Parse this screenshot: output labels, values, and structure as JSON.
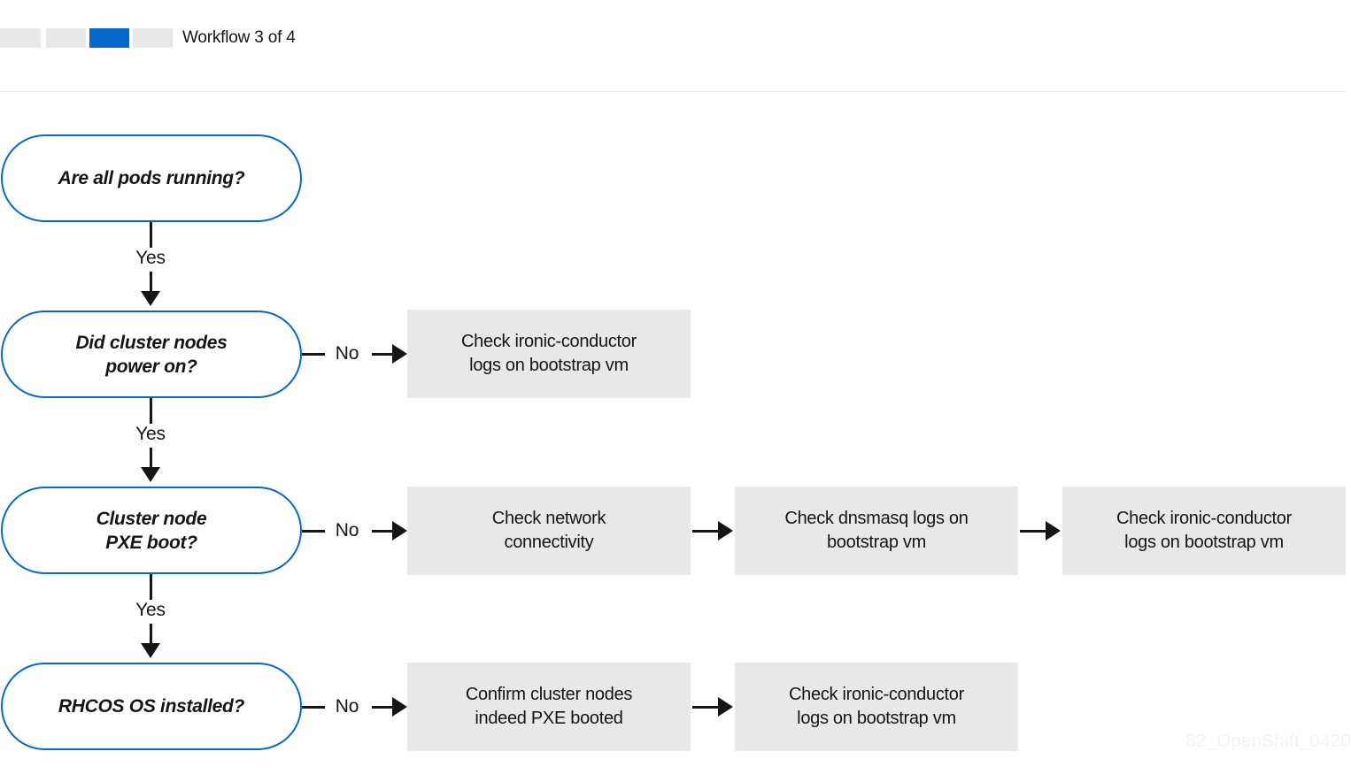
{
  "header": {
    "workflow_label": "Workflow 3 of 4",
    "progress": {
      "total_steps": 4,
      "current_step": 3,
      "active_color": "#0668cb",
      "inactive_color": "#e8e8e8"
    }
  },
  "diagram": {
    "type": "flowchart",
    "node_border_color": "#0668cb",
    "process_fill_color": "#e8e8e8",
    "connector_color": "#151515",
    "decisions": [
      {
        "id": "pods-running",
        "label": "Are all pods running?"
      },
      {
        "id": "nodes-power-on",
        "label": "Did cluster nodes\npower on?",
        "line1": "Did cluster nodes",
        "line2": "power on?"
      },
      {
        "id": "pxe-boot",
        "label": "Cluster node\nPXE boot?",
        "line1": "Cluster node",
        "line2": "PXE boot?"
      },
      {
        "id": "rhcos-installed",
        "label": "RHCOS OS installed?"
      }
    ],
    "yes_labels": [
      "Yes",
      "Yes",
      "Yes"
    ],
    "no_labels": [
      "No",
      "No",
      "No"
    ],
    "rows": [
      {
        "decision": "nodes-power-on",
        "branch": "No",
        "steps": [
          {
            "line1": "Check ironic-conductor",
            "line2": "logs on bootstrap vm"
          }
        ]
      },
      {
        "decision": "pxe-boot",
        "branch": "No",
        "steps": [
          {
            "line1": "Check network",
            "line2": "connectivity"
          },
          {
            "line1": "Check dnsmasq logs on",
            "line2": "bootstrap vm"
          },
          {
            "line1": "Check ironic-conductor",
            "line2": "logs on bootstrap vm"
          }
        ]
      },
      {
        "decision": "rhcos-installed",
        "branch": "No",
        "steps": [
          {
            "line1": "Confirm cluster nodes",
            "line2": "indeed PXE booted"
          },
          {
            "line1": "Check ironic-conductor",
            "line2": "logs on bootstrap vm"
          }
        ]
      }
    ]
  },
  "watermark": "82_OpenShift_0420"
}
